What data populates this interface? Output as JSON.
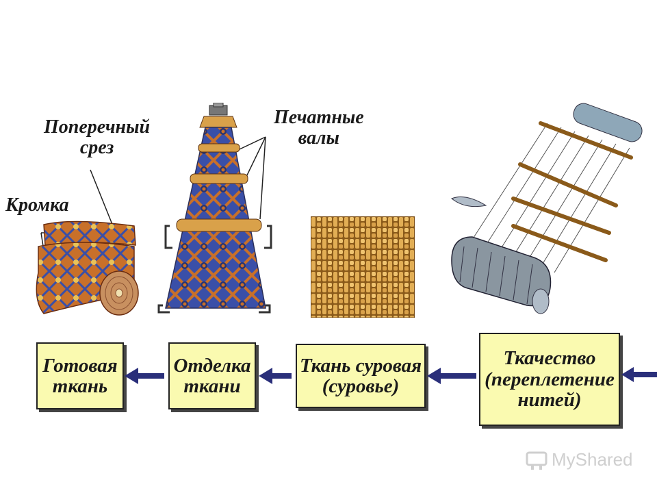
{
  "labels": {
    "cross_section": [
      "Поперечный",
      "срез"
    ],
    "selvage": "Кромка",
    "print_rollers": [
      "Печатные",
      "валы"
    ]
  },
  "steps": [
    {
      "lines": [
        "Готовая",
        "ткань"
      ]
    },
    {
      "lines": [
        "Отделка",
        "ткани"
      ]
    },
    {
      "lines": [
        "Ткань суровая",
        "(суровье)"
      ]
    },
    {
      "lines": [
        "Ткачество",
        "(переплетение",
        "нитей)"
      ]
    }
  ],
  "watermark": {
    "text": "MyShared",
    "icon": "projector-icon"
  },
  "colors": {
    "box_fill": "#fafab0",
    "arrow": "#2a2f7a",
    "fabric_blue": "#3a4fa8",
    "fabric_orange": "#c8702a",
    "weave": "#d9a14a"
  }
}
